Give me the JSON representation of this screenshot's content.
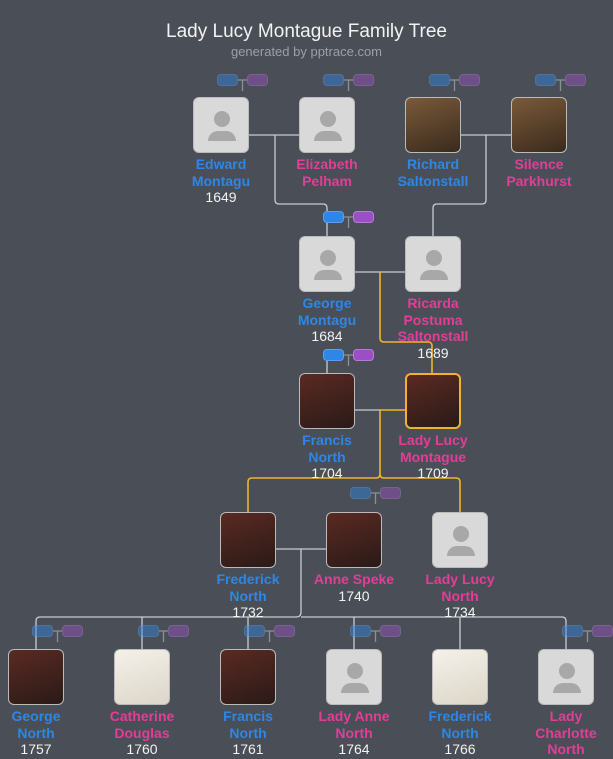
{
  "header": {
    "title": "Lady Lucy Montague Family Tree",
    "subtitle": "generated by pptrace.com"
  },
  "colors": {
    "male": "#2e86e6",
    "female": "#e23d97",
    "focus": "#f0b429",
    "background": "#4a4f57"
  },
  "people": [
    {
      "name": [
        "Edward",
        "Montagu"
      ],
      "year": "1649",
      "gender": "male",
      "image": "placeholder-avatar"
    },
    {
      "name": [
        "Elizabeth",
        "Pelham"
      ],
      "year": "",
      "gender": "female",
      "image": "placeholder-avatar"
    },
    {
      "name": [
        "Richard",
        "Saltonstall"
      ],
      "year": "",
      "gender": "male",
      "image": "portrait-photo"
    },
    {
      "name": [
        "Silence",
        "Parkhurst"
      ],
      "year": "",
      "gender": "female",
      "image": "portrait-photo"
    },
    {
      "name": [
        "George",
        "Montagu"
      ],
      "year": "1684",
      "gender": "male",
      "image": "placeholder-avatar"
    },
    {
      "name": [
        "Ricarda",
        "Postuma",
        "Saltonstall"
      ],
      "year": "1689",
      "gender": "female",
      "image": "placeholder-avatar"
    },
    {
      "name": [
        "Francis",
        "North"
      ],
      "year": "1704",
      "gender": "male",
      "image": "portrait-painting"
    },
    {
      "name": [
        "Lady Lucy",
        "Montague"
      ],
      "year": "1709",
      "gender": "female",
      "image": "portrait-painting",
      "focus": true
    },
    {
      "name": [
        "Frederick",
        "North"
      ],
      "year": "1732",
      "gender": "male",
      "image": "portrait-painting"
    },
    {
      "name": [
        "Anne Speke"
      ],
      "year": "1740",
      "gender": "female",
      "image": "portrait-painting"
    },
    {
      "name": [
        "Lady Lucy",
        "North"
      ],
      "year": "1734",
      "gender": "female",
      "image": "placeholder-avatar"
    },
    {
      "name": [
        "George",
        "North"
      ],
      "year": "1757",
      "gender": "male",
      "image": "portrait-painting"
    },
    {
      "name": [
        "Catherine",
        "Douglas"
      ],
      "year": "1760",
      "gender": "female",
      "image": "sketch"
    },
    {
      "name": [
        "Francis",
        "North"
      ],
      "year": "1761",
      "gender": "male",
      "image": "portrait-painting"
    },
    {
      "name": [
        "Lady Anne",
        "North"
      ],
      "year": "1764",
      "gender": "female",
      "image": "placeholder-avatar"
    },
    {
      "name": [
        "Frederick",
        "North"
      ],
      "year": "1766",
      "gender": "male",
      "image": "sketch"
    },
    {
      "name": [
        "Lady",
        "Charlotte",
        "North"
      ],
      "year": "",
      "gender": "female",
      "image": "placeholder-avatar"
    }
  ]
}
